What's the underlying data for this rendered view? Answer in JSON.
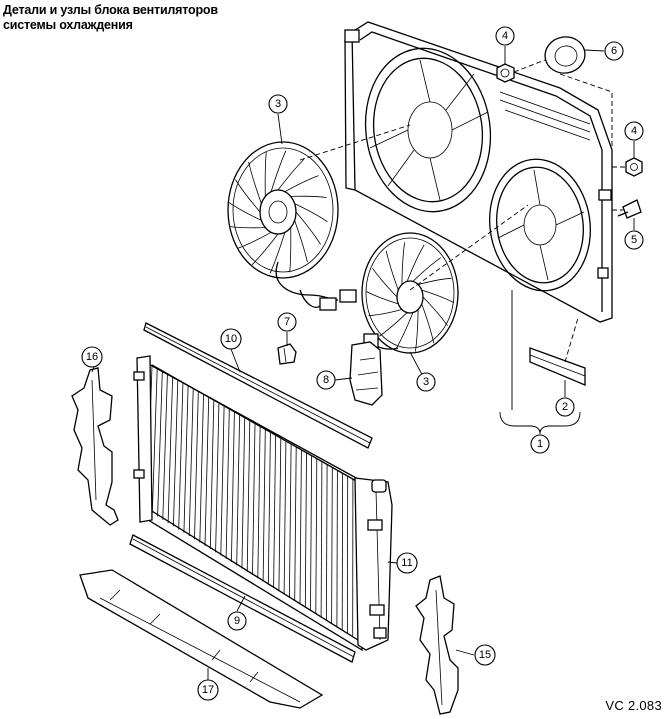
{
  "title": {
    "line1": "Детали и узлы блока вентиляторов",
    "line2": "системы охлаждения"
  },
  "code": "VC 2.083",
  "callouts": {
    "c1": "1",
    "c2": "2",
    "c3a": "3",
    "c3b": "3",
    "c4a": "4",
    "c4b": "4",
    "c5": "5",
    "c6": "6",
    "c7": "7",
    "c8": "8",
    "c9": "9",
    "c10": "10",
    "c11": "11",
    "c15": "15",
    "c16": "16",
    "c17": "17"
  }
}
